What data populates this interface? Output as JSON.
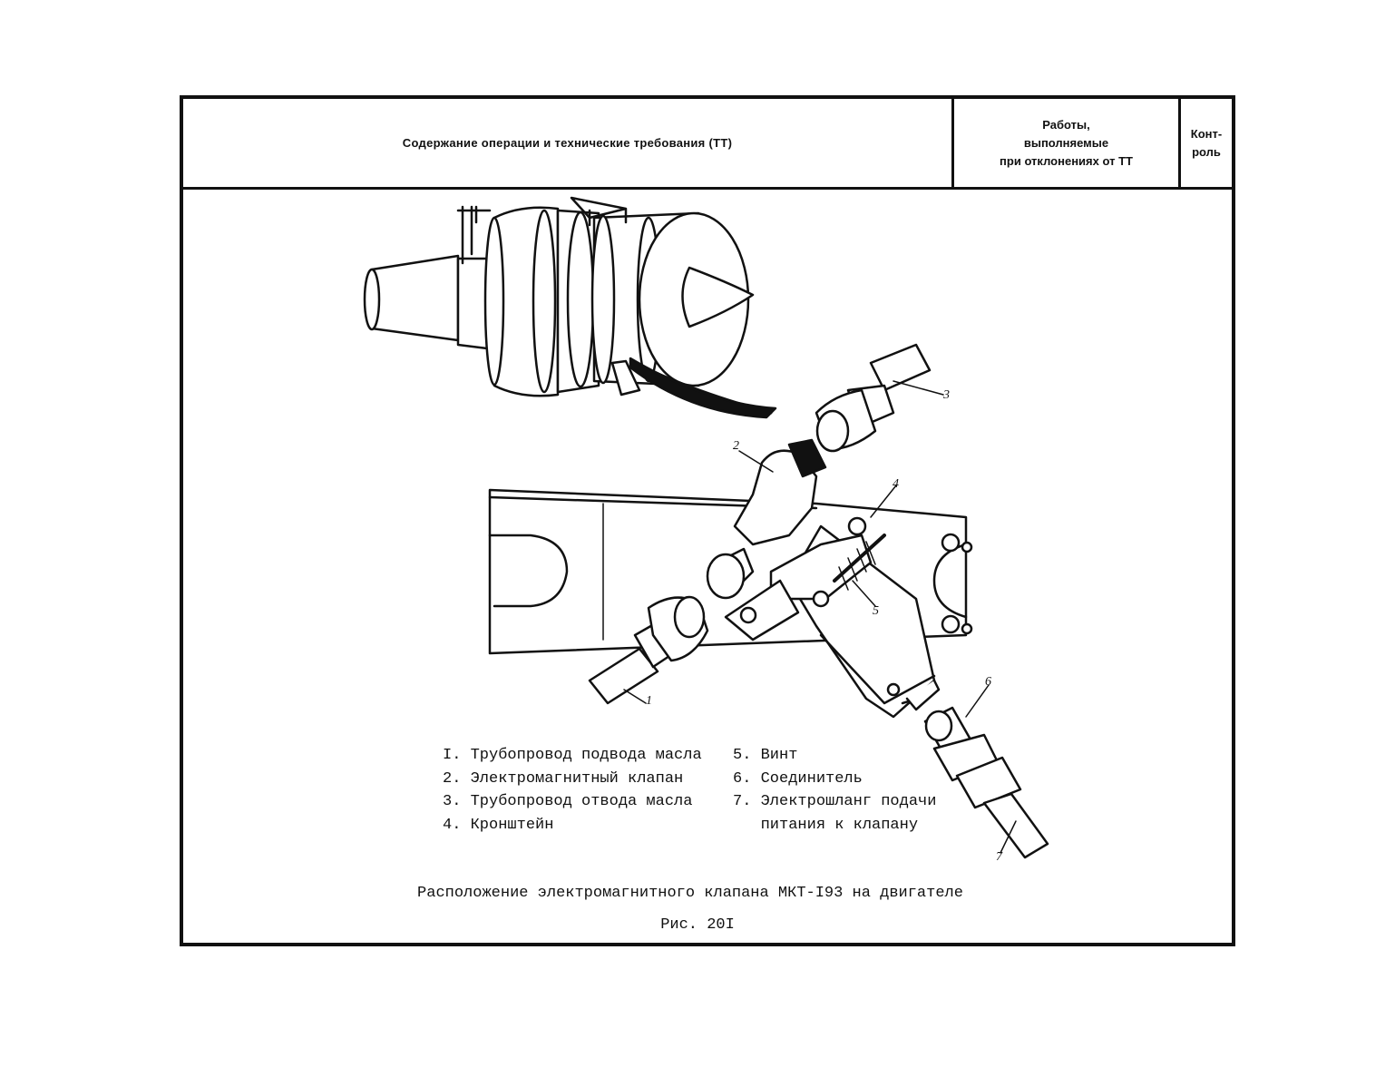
{
  "header": {
    "col_operation": "Содержание операции и технические требования (ТТ)",
    "col_deviation": "Работы,\nвыполняемые\nпри отклонениях от ТТ",
    "col_control": "Конт-\nроль"
  },
  "callouts": [
    "1",
    "2",
    "3",
    "4",
    "5",
    "6",
    "7"
  ],
  "legend": {
    "left": [
      "I. Трубопровод подвода масла",
      "2. Электромагнитный клапан",
      "3. Трубопровод отвода масла",
      "4. Кронштейн"
    ],
    "right": [
      "5. Винт",
      "6. Соединитель",
      "7. Электрошланг подачи",
      "   питания к клапану"
    ]
  },
  "caption": {
    "title": "Расположение электромагнитного клапана МКТ-I93 на двигателе",
    "figure": "Рис. 20I"
  }
}
